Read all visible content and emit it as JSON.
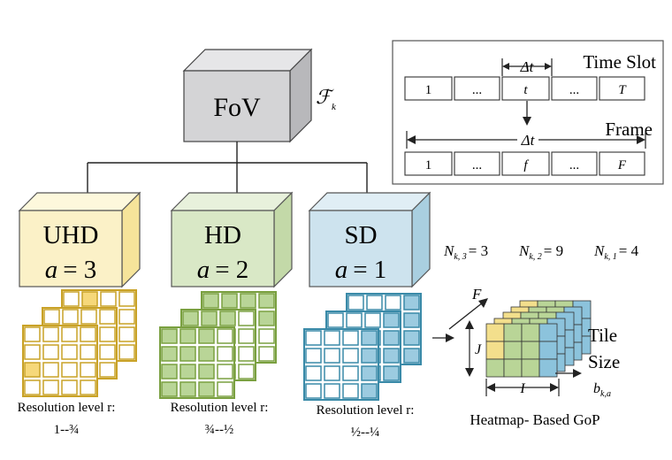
{
  "fov": {
    "label": "FoV",
    "symbol": "ℱ",
    "symbol_sub": "k"
  },
  "timeline": {
    "time_slot_label": "Time Slot",
    "frame_label": "Frame",
    "delta_label": "Δt",
    "slot_cells": [
      "1",
      "...",
      "t",
      "...",
      "T"
    ],
    "frame_cells": [
      "1",
      "...",
      "f",
      "...",
      "F"
    ]
  },
  "levels": [
    {
      "name": "UHD",
      "a_label": "a",
      "a_eq": "= 3",
      "fill_front": "#fbf1c7",
      "fill_top": "#fdf8dc",
      "fill_side": "#f6e49a",
      "grid_color": "#c9a227",
      "cell_fill": "#f6d87a",
      "res_label": "Resolution level r:",
      "res_range": "1--¾"
    },
    {
      "name": "HD",
      "a_label": "a",
      "a_eq": "= 2",
      "fill_front": "#d9e8c6",
      "fill_top": "#e8f1dc",
      "fill_side": "#c3d9a8",
      "grid_color": "#7aa040",
      "cell_fill": "#b9d597",
      "res_label": "Resolution level r:",
      "res_range": "¾--½"
    },
    {
      "name": "SD",
      "a_label": "a",
      "a_eq": "= 1",
      "fill_front": "#cde3ee",
      "fill_top": "#e0eef5",
      "fill_side": "#a9cfe0",
      "grid_color": "#3a8aa8",
      "cell_fill": "#9ccbe0",
      "res_label": "Resolution level r:",
      "res_range": "½--¼"
    }
  ],
  "counts": [
    {
      "label": "N",
      "sub": "k, 3",
      "eq": "= 3",
      "color": "#d6b23a"
    },
    {
      "label": "N",
      "sub": "k, 2",
      "eq": "= 9",
      "color": "#4ea64a"
    },
    {
      "label": "N",
      "sub": "k, 1",
      "eq": "= 4",
      "color": "#3a8ec8"
    }
  ],
  "heatmap": {
    "f_label": "F",
    "j_label": "J",
    "i_label": "I",
    "tile_label_1": "Tile",
    "tile_label_2": "Size",
    "b_label": "b",
    "b_sub": "k,a",
    "caption": "Heatmap- Based GoP"
  },
  "colors": {
    "fov_front": "#d4d4d6",
    "fov_top": "#e6e6e8",
    "fov_side": "#b8b8bb",
    "heat_yellow": "#f3df8c",
    "heat_green": "#b9d597",
    "heat_blue": "#8cc3dc"
  }
}
